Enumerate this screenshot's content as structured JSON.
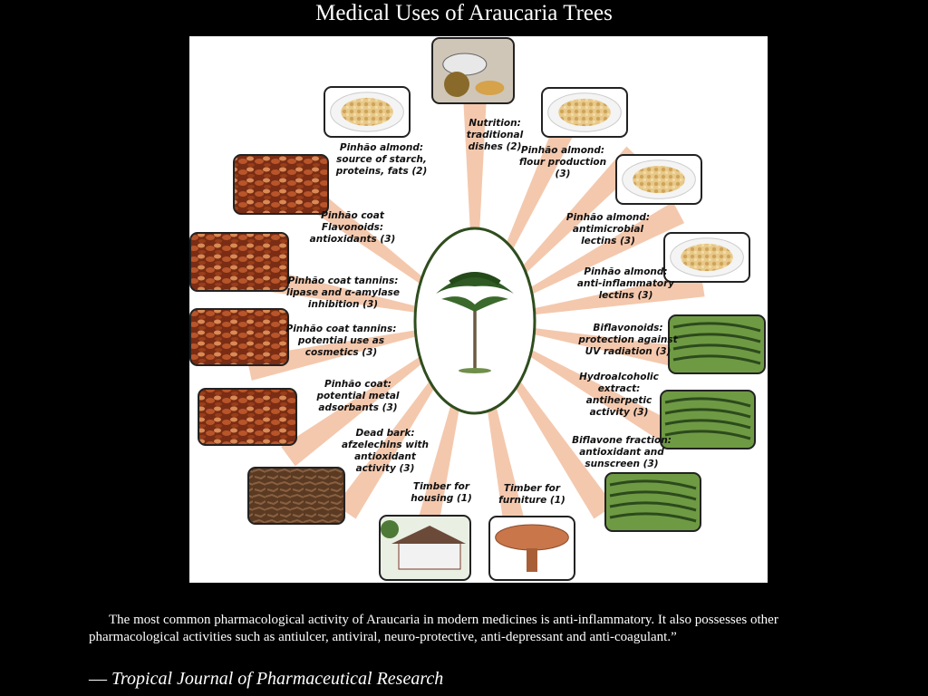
{
  "slide": {
    "title": "Medical Uses of Araucaria Trees",
    "quote": "The most common pharmacological activity of Araucaria in modern medicines is anti-inflammatory. It also possesses other pharmacological activities such as antiulcer, antiviral, neuro-protective, anti-depressant and anti-coagulant.”",
    "source_dash": "— ",
    "source": "Tropical Journal of Pharmaceutical Research"
  },
  "diagram": {
    "ray_color": "#f4c8ad",
    "oval_color": "#2f4d1e",
    "labels": [
      "Nutrition:\ntraditional\ndishes  (2)",
      "Pinhão almond:\nflour production\n(3)",
      "Pinhão almond:\nantimicrobial\nlectins (3)",
      "Pinhão almond:\nanti-inflammatory\nlectins  (3)",
      "Biflavonoids:\nprotection against\nUV radiation  (3)",
      "Hydroalcoholic\nextract:\nantiherpetic\nactivity  (3)",
      "Biflavone  fraction:\nantioxidant and\nsunscreen  (3)",
      "Timber for\nfurniture  (1)",
      "Timber for\nhousing  (1)",
      "Dead bark:\nafzelechins with\nantioxidant\nactivity  (3)",
      "Pinhão coat:\npotential metal\nadsorbants  (3)",
      "Pinhão  coat tannins:\npotential use as\ncosmetics  (3)",
      "Pinhão coat tannins:\nlipase and  α-amylase\ninhibition  (3)",
      "Pinhão  coat\nFlavonoids:\nantioxidants  (3)",
      "Pinhão almond:\nsource of starch,\nproteins, fats  (2)"
    ],
    "photos": [
      {
        "icon": "cooking-pot-photo"
      },
      {
        "icon": "nut-bowl-photo"
      },
      {
        "icon": "nut-bowl-photo"
      },
      {
        "icon": "nut-bowl-photo"
      },
      {
        "icon": "araucaria-leaves-photo"
      },
      {
        "icon": "araucaria-leaves-photo"
      },
      {
        "icon": "araucaria-leaves-photo"
      },
      {
        "icon": "wooden-table-photo"
      },
      {
        "icon": "wooden-house-photo"
      },
      {
        "icon": "tree-bark-photo"
      },
      {
        "icon": "pine-seeds-photo"
      },
      {
        "icon": "pine-seeds-photo"
      },
      {
        "icon": "pine-seeds-photo"
      },
      {
        "icon": "pine-seeds-photo"
      },
      {
        "icon": "nut-bowl-photo"
      }
    ]
  }
}
